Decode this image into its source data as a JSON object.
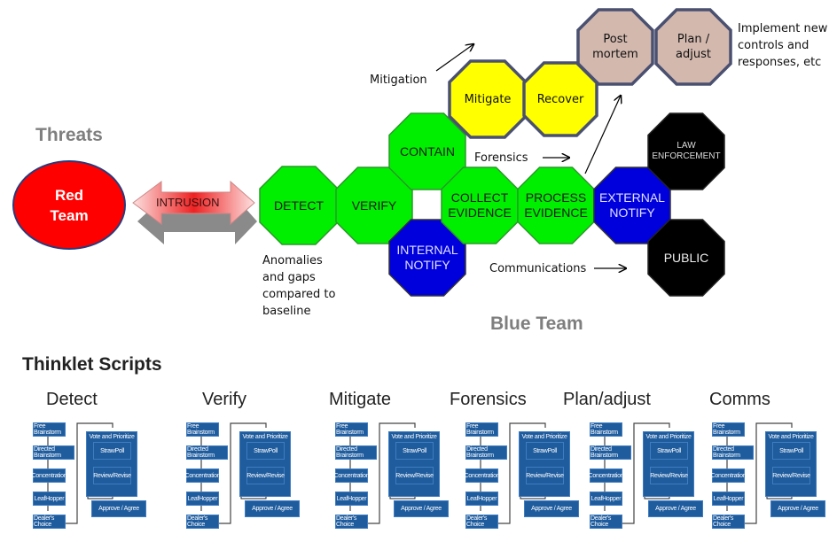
{
  "labels": {
    "threats": "Threats",
    "red_team": "Red\nTeam",
    "intrusion": "INTRUSION",
    "blue_team": "Blue Team",
    "mitigation": "Mitigation",
    "forensics": "Forensics",
    "communications": "Communications",
    "anomalies": "Anomalies and gaps compared to baseline",
    "implement": "Implement new controls and responses, etc",
    "thinklet_scripts": "Thinklet Scripts"
  },
  "nodes": [
    {
      "label": "DETECT",
      "color": "#00ee00",
      "text": "#1a1a1a"
    },
    {
      "label": "VERIFY",
      "color": "#00ee00",
      "text": "#1a1a1a"
    },
    {
      "label": "CONTAIN",
      "color": "#00ee00",
      "text": "#1a1a1a"
    },
    {
      "label": "INTERNAL NOTIFY",
      "color": "#0000dd",
      "text": "#e0e0ff"
    },
    {
      "label": "COLLECT EVIDENCE",
      "color": "#00ee00",
      "text": "#1a1a1a"
    },
    {
      "label": "PROCESS EVIDENCE",
      "color": "#00ee00",
      "text": "#1a1a1a"
    },
    {
      "label": "EXTERNAL NOTIFY",
      "color": "#0000dd",
      "text": "#e0e0ff"
    },
    {
      "label": "LAW ENFORCEMENT",
      "color": "#000000",
      "text": "#dddddd"
    },
    {
      "label": "PUBLIC",
      "color": "#000000",
      "text": "#eeeeee"
    },
    {
      "label": "Mitigate",
      "color": "#ffff00",
      "text": "#111111"
    },
    {
      "label": "Recover",
      "color": "#ffff00",
      "text": "#111111"
    },
    {
      "label": "Post mortem",
      "color": "#d3b8ae",
      "text": "#111111"
    },
    {
      "label": "Plan / adjust",
      "color": "#d3b8ae",
      "text": "#111111"
    }
  ],
  "scripts": [
    {
      "title": "Detect"
    },
    {
      "title": "Verify"
    },
    {
      "title": "Mitigate"
    },
    {
      "title": "Forensics"
    },
    {
      "title": "Plan/adjust"
    },
    {
      "title": "Comms"
    }
  ],
  "script_steps": {
    "left": [
      "Free Brainstorm",
      "Directed Brainstorm",
      "Concentration",
      "LeafHopper",
      "Dealer's Choice"
    ],
    "group": "Vote and Prioritize",
    "inner": [
      "StrawPoll",
      "Review/Revise"
    ],
    "final": "Approve / Agree"
  },
  "colors": {
    "red_team": "#ff0000",
    "script_box": "#1f5c9e",
    "green": "#00ee00",
    "blue": "#0000dd"
  }
}
